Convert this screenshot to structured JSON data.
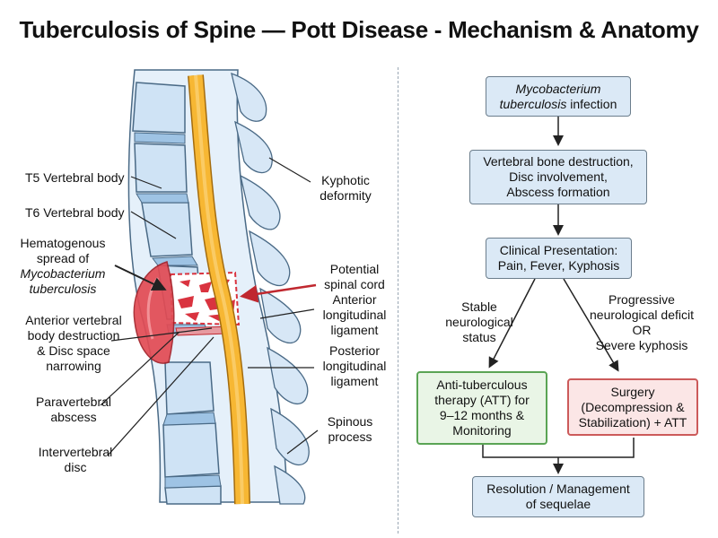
{
  "title": "Tuberculosis of Spine — Pott Disease - Mechanism & Anatomy",
  "anatomy": {
    "labels": {
      "t5": "T5 Vertebral body",
      "t6": "T6 Vertebral body",
      "hematogenous_1": "Hematogenous",
      "hematogenous_2": "spread of",
      "hematogenous_3": "Mycobacterium",
      "hematogenous_4": "tuberculosis",
      "anterior_destruction_1": "Anterior vertebral",
      "anterior_destruction_2": "body destruction",
      "anterior_destruction_3": "& Disc space",
      "anterior_destruction_4": "narrowing",
      "paravertebral_1": "Paravertebral",
      "paravertebral_2": "abscess",
      "intervertebral_1": "Intervertebral",
      "intervertebral_2": "disc",
      "kyphotic_1": "Kyphotic",
      "kyphotic_2": "deformity",
      "spinal_cord_1": "Potential",
      "spinal_cord_2": "spinal cord",
      "all_1": "Anterior",
      "all_2": "longitudinal",
      "all_3": "ligament",
      "pll_1": "Posterior",
      "pll_2": "longitudinal",
      "pll_3": "ligament",
      "spinous_1": "Spinous",
      "spinous_2": "process"
    },
    "colors": {
      "bone": "#cfe3f5",
      "bone_outline": "#4a6a86",
      "cord": "#f7b733",
      "abscess": "#e24b54",
      "lesion": "#d9333f"
    }
  },
  "flowchart": {
    "infection_1": "Mycobacterium",
    "infection_2": "tuberculosis",
    "infection_3": "infection",
    "destruction_1": "Vertebral bone destruction,",
    "destruction_2": "Disc involvement,",
    "destruction_3": "Abscess formation",
    "presentation_1": "Clinical Presentation:",
    "presentation_2": "Pain, Fever, Kyphosis",
    "stable_1": "Stable",
    "stable_2": "neurological",
    "stable_3": "status",
    "progressive_1": "Progressive",
    "progressive_2": "neurological deficit",
    "progressive_3": "OR",
    "progressive_4": "Severe kyphosis",
    "att_1": "Anti-tuberculous",
    "att_2": "therapy (ATT) for",
    "att_3": "9–12 months &",
    "att_4": "Monitoring",
    "surgery_1": "Surgery",
    "surgery_2": "(Decompression &",
    "surgery_3": "Stabilization) + ATT",
    "resolution_1": "Resolution / Management",
    "resolution_2": "of sequelae",
    "colors": {
      "box_fill": "#dbe9f6",
      "green": "#5aa454",
      "red": "#cc5a5a"
    }
  }
}
